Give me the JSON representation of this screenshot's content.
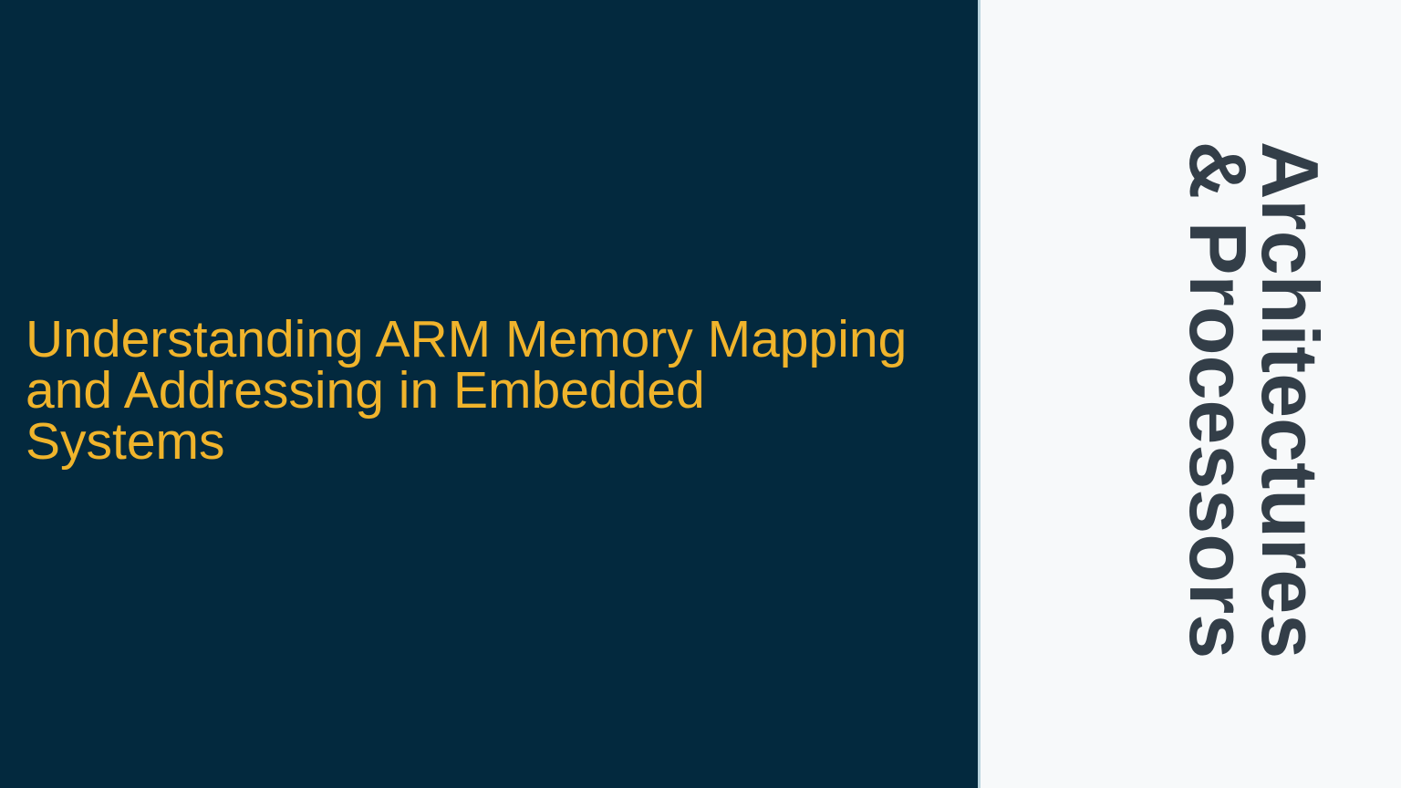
{
  "slide": {
    "title": "Understanding ARM Memory Mapping and Addressing in Embedded Systems",
    "title_lines": [
      "Understanding ARM Memory Mapping",
      "and Addressing in Embedded",
      "Systems"
    ],
    "side_label": "Architectures & Processors",
    "side_label_lines": [
      "Architectures",
      "& Processors"
    ],
    "colors": {
      "background": "#03293e",
      "title_text": "#f0b42c",
      "side_panel_background": "#f7f9fa",
      "side_label_text": "#333e48",
      "divider": "#b8d3de"
    }
  }
}
